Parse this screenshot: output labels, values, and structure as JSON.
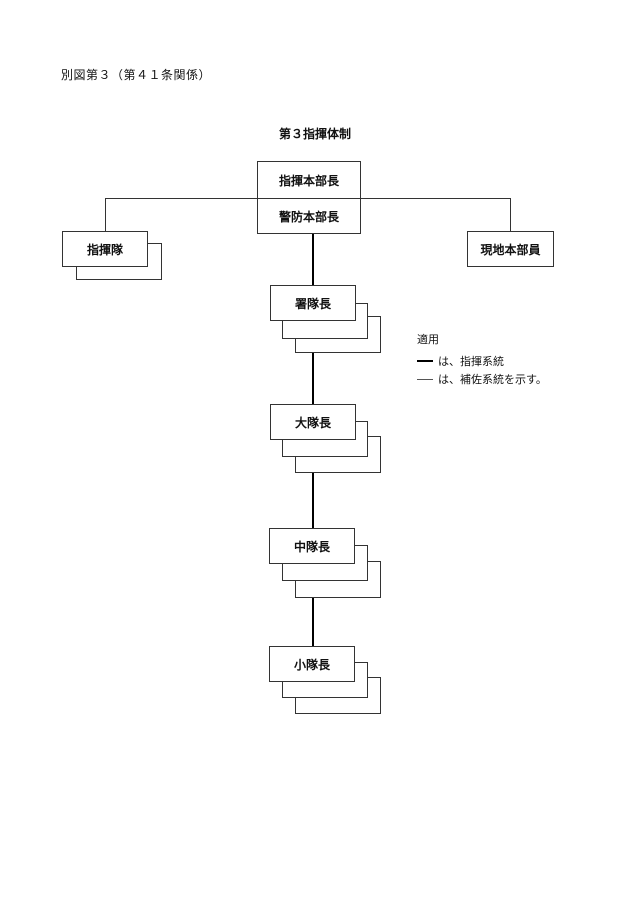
{
  "page": {
    "caption": "別図第３（第４１条関係）",
    "diagram_title": "第３指揮体制"
  },
  "nodes": {
    "hq_top": "指揮本部長",
    "hq_bottom": "警防本部長",
    "command_unit": "指揮隊",
    "field_hq_member": "現地本部員",
    "station_chief": "署隊長",
    "battalion_chief": "大隊長",
    "company_chief": "中隊長",
    "squad_chief": "小隊長"
  },
  "legend": {
    "title": "適用",
    "command_line": "は、指揮系統",
    "support_line": "は、補佐系統を示す。"
  },
  "colors": {
    "line": "#333333",
    "command_line": "#000000",
    "background": "#ffffff",
    "text": "#111111"
  }
}
